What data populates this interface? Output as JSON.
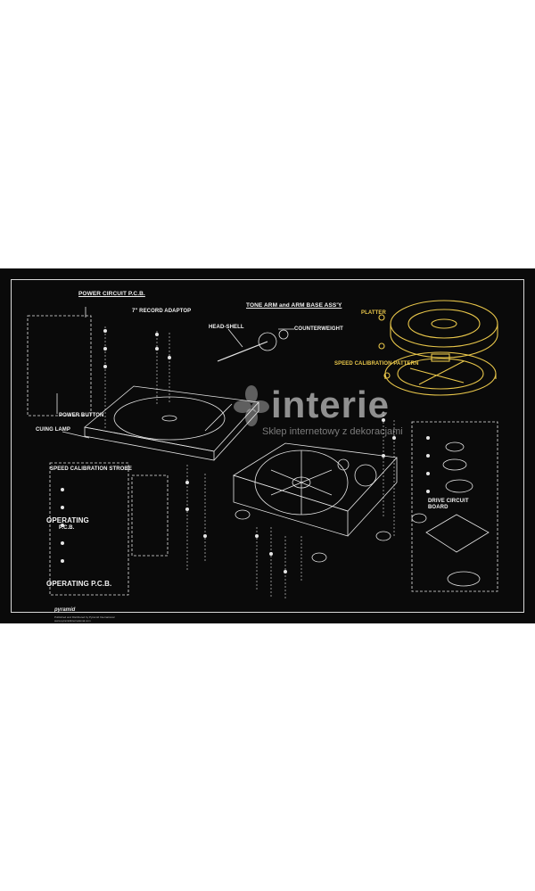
{
  "labels": {
    "power_circuit": "POWER CIRCUIT  P.C.B.",
    "record_adaptor": "7\" RECORD ADAPTOP",
    "tone_arm": "TONE ARM and ARM BASE ASS'Y",
    "head_shell": "HEAD-SHELL",
    "counterweight": "COUNTERWEIGHT",
    "platter": "PLATTER",
    "speed_calibration_pattern": "SPEED CALIBRATION PATTERN",
    "power_button": "POWER BUTTON",
    "cuing_lamp": "CUING LAMP",
    "speed_calibration_strobe": "SPEED CALIBRATION STROBE",
    "operating": "OPERATING",
    "operating_pcb_small": "P.C.B.",
    "operating_pcb": "OPERATING P.C.B.",
    "drive_circuit_board": "DRIVE CIRCUIT BOARD"
  },
  "watermark": {
    "word": "interie",
    "tag": "Sklep internetowy z dekoracjami"
  },
  "logo": "pyramid",
  "footer": {
    "line1": "Published and Distributed by Pyramid International",
    "line2": "www.pyramidinternational.com"
  },
  "colors": {
    "background": "#0a0a0a",
    "line": "#e6e6e6",
    "accent": "#e8c64a"
  }
}
